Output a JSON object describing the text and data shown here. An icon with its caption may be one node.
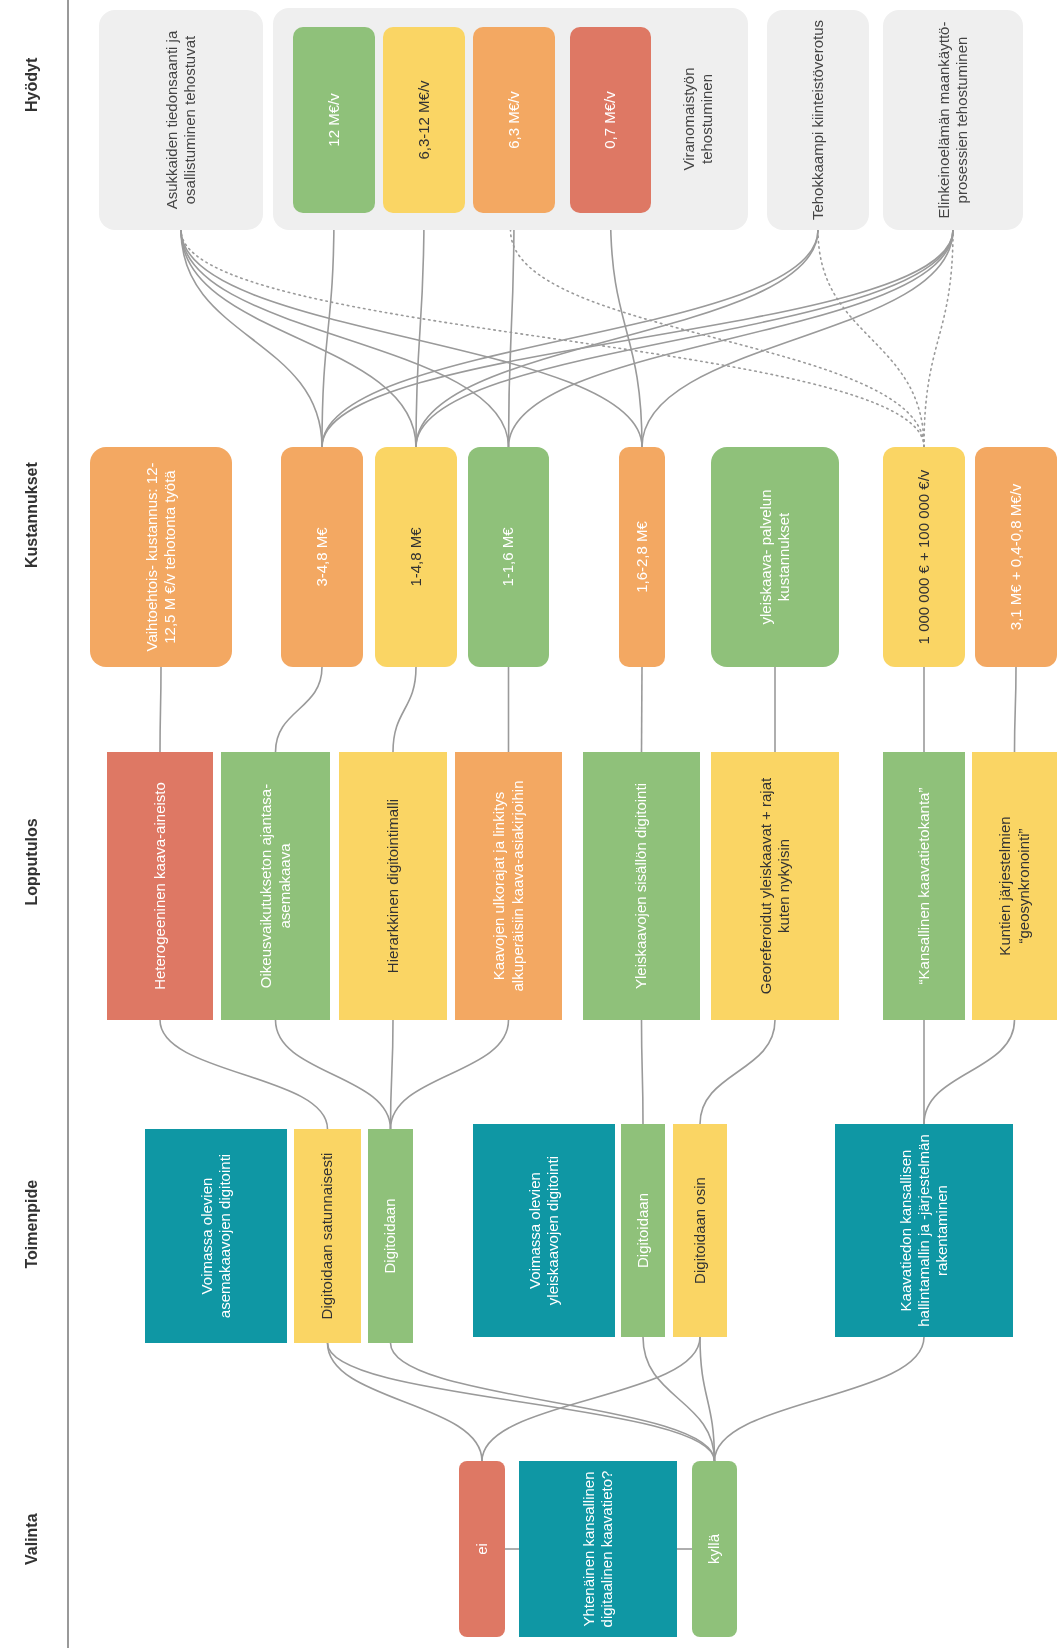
{
  "diagram": {
    "nodes": [
      {
        "text": [
          "Asukkaiden tiedonsaanti ja osallistuminen tehostuvat"
        ]
      },
      {
        "text": [
          "Viranomaistyön tehostuminen"
        ]
      },
      {
        "text": [
          "12 M€/v"
        ],
        "in": 1
      },
      {
        "text": [
          "6,3-12 M€/v"
        ],
        "in": 1
      },
      {
        "text": [
          "6,3 M€/v"
        ],
        "in": 1
      },
      {
        "text": [
          "0,7 M€/v"
        ],
        "in": 1
      },
      {
        "text": [
          "Tehokkaampi kiinteistöverotus"
        ]
      },
      {
        "text": [
          "Elinkeinoelämän maankäyttö- prosessien tehostuminen"
        ]
      },
      {
        "text": [
          "Vaihtoehtois- kustannus: 12-12,5 M €/v tehotonta työtä"
        ]
      },
      {
        "text": [
          "3-4,8 M€"
        ]
      },
      {
        "text": [
          "1-4,8 M€"
        ]
      },
      {
        "text": [
          "1-1,6 M€"
        ]
      },
      {
        "text": [
          "1,6-2,8 M€"
        ]
      },
      {
        "text": [
          "yleiskaava- palvelun kustannukset"
        ]
      },
      {
        "text": [
          "1 000 000 € + 100 000 €/v"
        ]
      },
      {
        "text": [
          "3,1 M€ + 0,4-0,8 M€/v"
        ]
      },
      {
        "text": [
          "Heterogeeninen kaava-aineisto"
        ]
      },
      {
        "text": [
          "Oikeusvaikutukseton ajantasa-asemakaava"
        ]
      },
      {
        "text": [
          "Hierarkkinen digitointimalli"
        ]
      },
      {
        "text": [
          "Kaavojen ulkorajat ja linkitys alkuperäisiin kaava-asiakirjoihin"
        ]
      },
      {
        "text": [
          "Yleiskaavojen sisällön digitointi"
        ]
      },
      {
        "text": [
          "Georeferoidut yleiskaavat + rajat kuten nykyisin"
        ]
      },
      {
        "text": [
          "“Kansallinen kaavatietokanta”"
        ]
      },
      {
        "text": [
          "Kuntien järjestelmien “geosynkronointi”"
        ]
      },
      {
        "text": [
          "Voimassa olevien asemakaavojen digitointi"
        ]
      },
      {
        "text": [
          "Digitoidaan satunnaisesti"
        ]
      },
      {
        "text": [
          "Digitoidaan"
        ]
      },
      {
        "text": [
          "Voimassa olevien yleiskaavojen digitointi"
        ]
      },
      {
        "text": [
          "Digitoidaan"
        ]
      },
      {
        "text": [
          "Digitoidaan osin"
        ]
      },
      {
        "text": [
          "Kaavatiedon kansallisen hallintamallin ja -järjestelmän rakentaminen"
        ]
      },
      {
        "text": [
          "ei"
        ]
      },
      {
        "text": [
          "Yhtenäinen kansallinen digitaalinen kaavatieto?"
        ]
      },
      {
        "text": [
          "kyllä"
        ]
      }
    ],
    "edges": [
      {
        "from": 31,
        "to": 32,
        "arrow": "none"
      },
      {
        "from": 32,
        "to": 33,
        "arrow": "none"
      },
      {
        "from": 31,
        "to": 25,
        "arrow": "none"
      },
      {
        "from": 31,
        "to": 29,
        "arrow": "none"
      },
      {
        "from": 33,
        "to": 25,
        "arrow": "none"
      },
      {
        "from": 33,
        "to": 26,
        "arrow": "none"
      },
      {
        "from": 33,
        "to": 28,
        "arrow": "none"
      },
      {
        "from": 33,
        "to": 29,
        "arrow": "none"
      },
      {
        "from": 33,
        "to": 30,
        "arrow": "none"
      },
      {
        "from": 25,
        "to": 16,
        "arrow": "none"
      },
      {
        "from": 26,
        "to": 17,
        "arrow": "none"
      },
      {
        "from": 26,
        "to": 18,
        "arrow": "none"
      },
      {
        "from": 26,
        "to": 19,
        "arrow": "none"
      },
      {
        "from": 28,
        "to": 20,
        "arrow": "none"
      },
      {
        "from": 29,
        "to": 21,
        "arrow": "none"
      },
      {
        "from": 30,
        "to": 22,
        "arrow": "none"
      },
      {
        "from": 30,
        "to": 23,
        "arrow": "none"
      },
      {
        "from": 16,
        "to": 8,
        "arrow": "none"
      },
      {
        "from": 17,
        "to": 9,
        "arrow": "none"
      },
      {
        "from": 18,
        "to": 10,
        "arrow": "none"
      },
      {
        "from": 19,
        "to": 11,
        "arrow": "none"
      },
      {
        "from": 20,
        "to": 12,
        "arrow": "none"
      },
      {
        "from": 21,
        "to": 13,
        "arrow": "none"
      },
      {
        "from": 22,
        "to": 14,
        "arrow": "none"
      },
      {
        "from": 23,
        "to": 15,
        "arrow": "none"
      },
      {
        "from": 9,
        "to": 0,
        "arrow": "none"
      },
      {
        "from": 10,
        "to": 0,
        "arrow": "none"
      },
      {
        "from": 11,
        "to": 0,
        "arrow": "none"
      },
      {
        "from": 12,
        "to": 0,
        "arrow": "none"
      },
      {
        "from": 9,
        "to": 2,
        "arrow": "none"
      },
      {
        "from": 10,
        "to": 3,
        "arrow": "none"
      },
      {
        "from": 11,
        "to": 4,
        "arrow": "none"
      },
      {
        "from": 12,
        "to": 5,
        "arrow": "none"
      },
      {
        "from": 9,
        "to": 6,
        "arrow": "none"
      },
      {
        "from": 10,
        "to": 6,
        "arrow": "none"
      },
      {
        "from": 9,
        "to": 7,
        "arrow": "none"
      },
      {
        "from": 10,
        "to": 7,
        "arrow": "none"
      },
      {
        "from": 11,
        "to": 7,
        "arrow": "none"
      },
      {
        "from": 12,
        "to": 7,
        "arrow": "none"
      },
      {
        "from": 14,
        "to": 0,
        "arrow": "none",
        "style": "dashed"
      },
      {
        "from": 14,
        "to": 1,
        "arrow": "none",
        "style": "dashed"
      },
      {
        "from": 14,
        "to": 6,
        "arrow": "none",
        "style": "dashed"
      },
      {
        "from": 14,
        "to": 7,
        "arrow": "none",
        "style": "dashed"
      }
    ],
    "labels": [
      "Hyödyt",
      "Kustannukset",
      "Lopputulos",
      "Toimenpide",
      "Valinta"
    ]
  }
}
